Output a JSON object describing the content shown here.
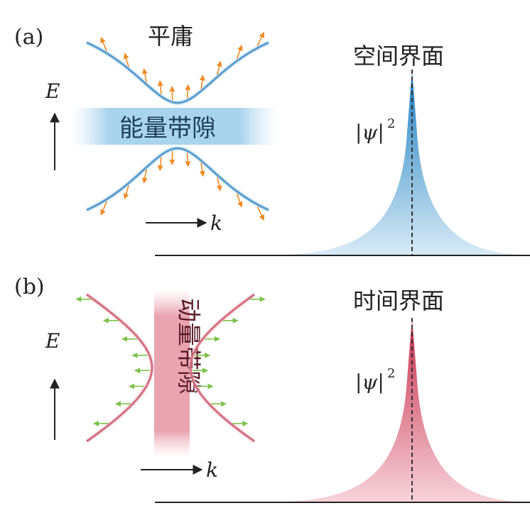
{
  "panel_a": {
    "label": "(a)",
    "flat_band_label": "平庸",
    "gap_label": "能量带隙",
    "interface_label": "空间界面",
    "energy_axis": "E",
    "momentum_axis": "k",
    "wave_label": "|ψ|",
    "wave_exponent": "2"
  },
  "panel_b": {
    "label": "(b)",
    "gap_label": "动量带隙",
    "interface_label": "时间界面",
    "energy_axis": "E",
    "momentum_axis": "k",
    "wave_label": "|ψ|",
    "wave_exponent": "2"
  },
  "colors": {
    "band_blue": "#2f7fbf",
    "band_red": "#c2324a",
    "arrow_orange": "#f08a24",
    "arrow_green": "#7cc24a",
    "peak_blue": "#2e8fc9",
    "peak_red": "#d8405e"
  }
}
